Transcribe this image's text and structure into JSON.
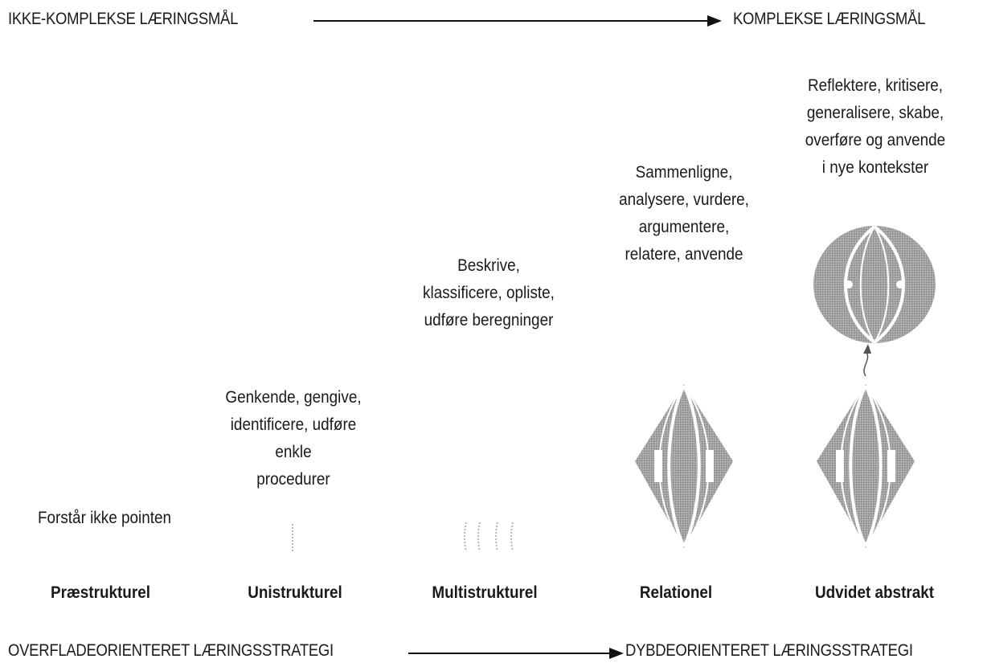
{
  "top_axis": {
    "left_label": "IKKE-KOMPLEKSE LÆRINGSMÅL",
    "right_label": "KOMPLEKSE LÆRINGSMÅL"
  },
  "bottom_axis": {
    "left_label": "OVERFLADEORIENTERET LÆRINGSSTRATEGI",
    "right_label": "DYBDEORIENTERET LÆRINGSSTRATEGI"
  },
  "levels": [
    {
      "name": "Præstrukturel",
      "verbs": [
        "Forstår ikke pointen"
      ]
    },
    {
      "name": "Unistrukturel",
      "verbs": [
        "Genkende, gengive,",
        "identificere, udføre",
        "enkle",
        "procedurer"
      ]
    },
    {
      "name": "Multistrukturel",
      "verbs": [
        "Beskrive,",
        "klassificere, opliste,",
        "udføre beregninger"
      ]
    },
    {
      "name": "Relationel",
      "verbs": [
        "Sammenligne,",
        "analysere, vurdere,",
        "argumentere,",
        "relatere, anvende"
      ]
    },
    {
      "name": "Udvidet abstrakt",
      "verbs": [
        "Reflektere, kritisere,",
        "generalisere, skabe,",
        "overføre og anvende",
        "i nye kontekster"
      ]
    }
  ],
  "colors": {
    "shape_fill": "#9a9a9a",
    "text": "#1a1a1a",
    "arrow": "#111111"
  }
}
